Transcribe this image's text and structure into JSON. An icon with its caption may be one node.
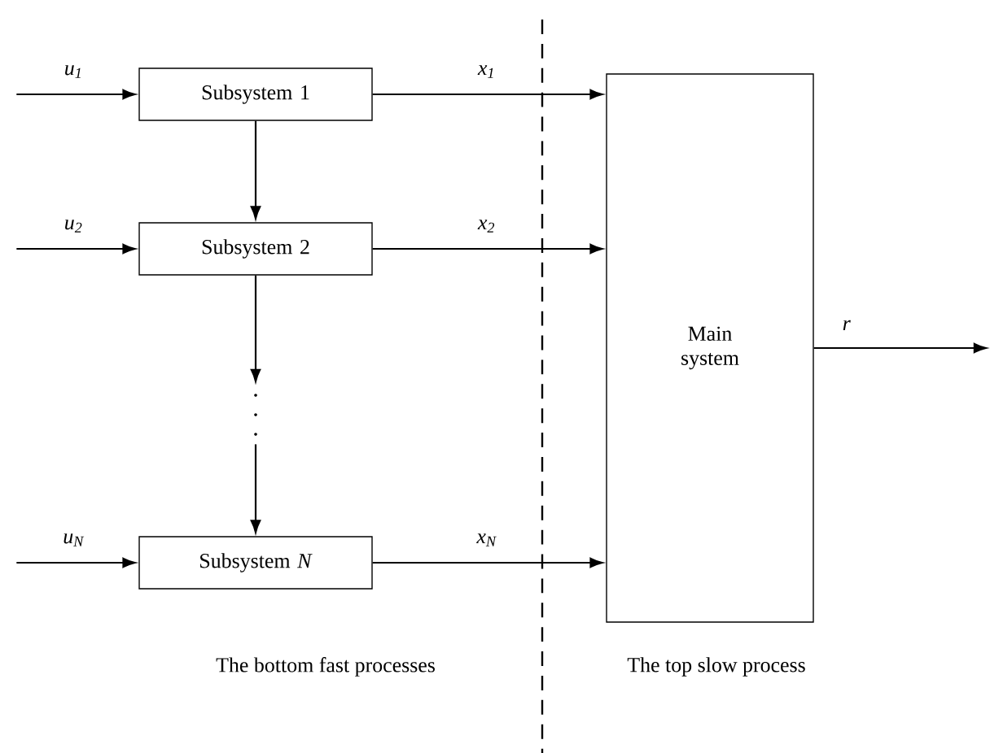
{
  "diagram": {
    "nodes": [
      {
        "text": [
          "Subsystem 1"
        ]
      },
      {
        "text": [
          "Subsystem 2"
        ]
      },
      {
        "text": [],
        "shape": "dots"
      },
      {
        "text": [
          "Subsystem *N*"
        ]
      },
      {
        "text": [
          "Main system"
        ]
      }
    ],
    "edges": [
      {
        "from": null,
        "to": 0,
        "arrow": "to",
        "label": "*u*$_{1}$"
      },
      {
        "from": null,
        "to": 1,
        "arrow": "to",
        "label": "*u*$_{2}$"
      },
      {
        "from": null,
        "to": 3,
        "arrow": "to",
        "label": "*u*$_{N}$"
      },
      {
        "from": 0,
        "to": 1,
        "arrow": "to"
      },
      {
        "from": 1,
        "to": 2,
        "arrow": "to"
      },
      {
        "from": 2,
        "to": 3,
        "arrow": "to"
      },
      {
        "from": 0,
        "to": 4,
        "arrow": "to",
        "label": "*x*$_{1}$"
      },
      {
        "from": 1,
        "to": 4,
        "arrow": "to",
        "label": "*x*$_{2}$"
      },
      {
        "from": 3,
        "to": 4,
        "arrow": "to",
        "label": "*x*$_{N}$"
      },
      {
        "from": 4,
        "to": null,
        "arrow": "to",
        "label": "*r*"
      }
    ],
    "labels": [
      "The bottom fast processes",
      "The top slow process"
    ]
  }
}
